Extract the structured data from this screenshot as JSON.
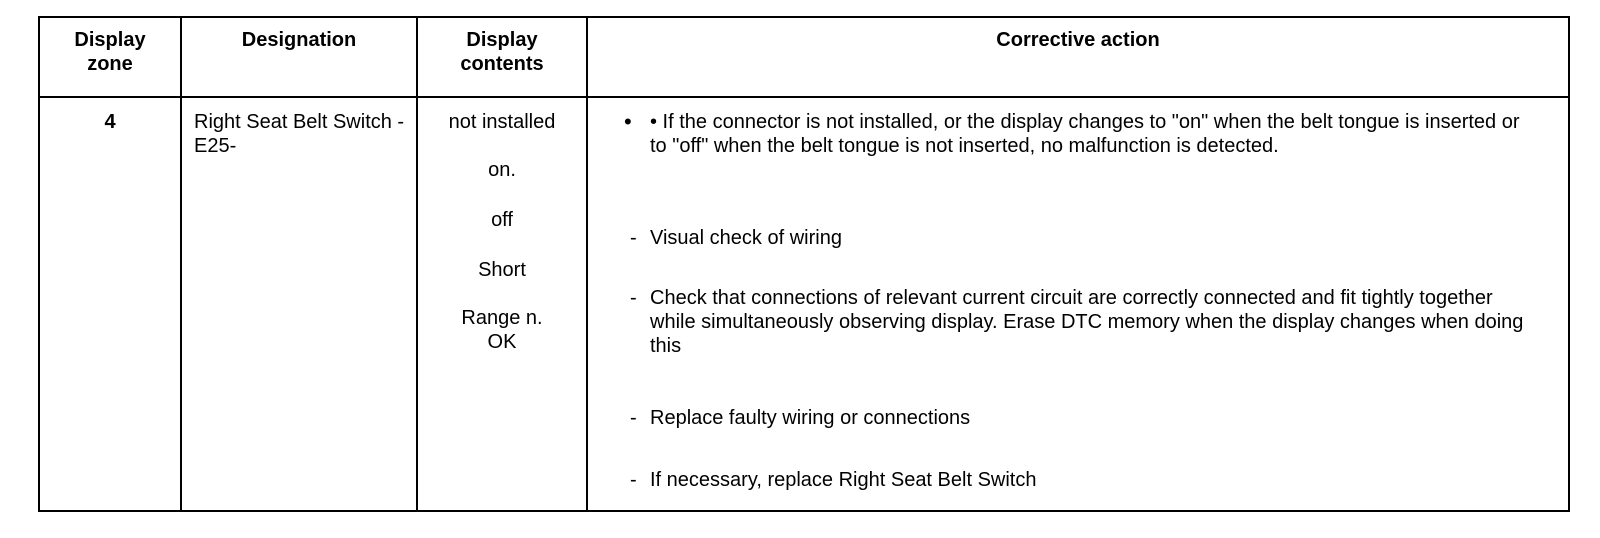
{
  "table": {
    "headers": [
      "Display\nzone",
      "Designation",
      "Display\ncontents",
      "Corrective action"
    ],
    "row": {
      "zone": "4",
      "designation": "Right Seat Belt Switch -E25-",
      "contents": [
        "not installed",
        "on.",
        "off",
        "Short",
        "Range n. OK"
      ],
      "actions": [
        {
          "marker": "•",
          "text": "• If the connector is not installed, or the display changes to \"on\" when the belt tongue is inserted or to \"off\" when the belt tongue is not inserted, no malfunction is detected."
        },
        {
          "marker": "-",
          "text": "Visual check of wiring"
        },
        {
          "marker": "-",
          "text": "Check that connections of relevant current circuit are correctly connected and fit tightly together while simultaneously observing display. Erase DTC memory when the display changes when doing this"
        },
        {
          "marker": "-",
          "text": "Replace faulty wiring or connections"
        },
        {
          "marker": "-",
          "text": "If necessary, replace Right Seat Belt Switch"
        }
      ]
    }
  }
}
